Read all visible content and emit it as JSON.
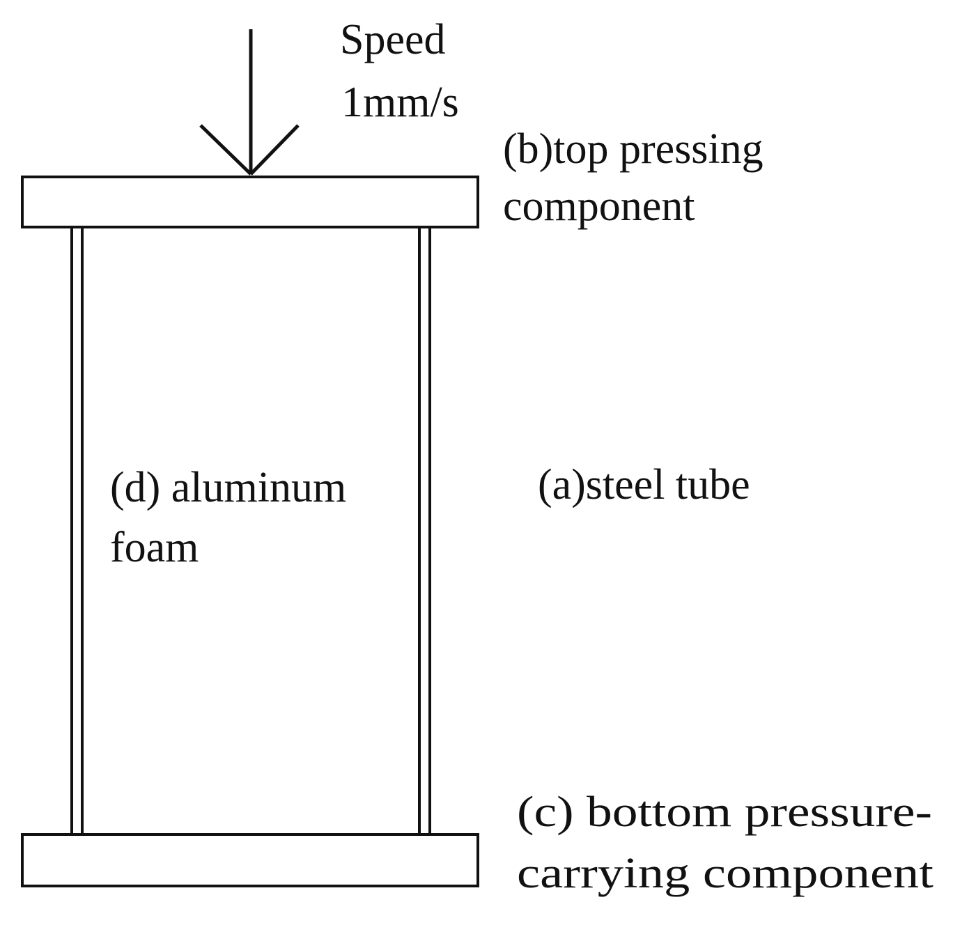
{
  "speed": {
    "line1": "Speed",
    "line2": "1mm/s"
  },
  "top_component": {
    "line1": "(b)top pressing",
    "line2": "component"
  },
  "steel_tube": {
    "label": "(a)steel tube"
  },
  "aluminum_foam": {
    "line1": "(d) aluminum",
    "line2": "foam"
  },
  "bottom_component": {
    "line1": "(c) bottom pressure-",
    "line2": "carrying component"
  },
  "colors": {
    "stroke": "#111111",
    "background": "#ffffff"
  }
}
